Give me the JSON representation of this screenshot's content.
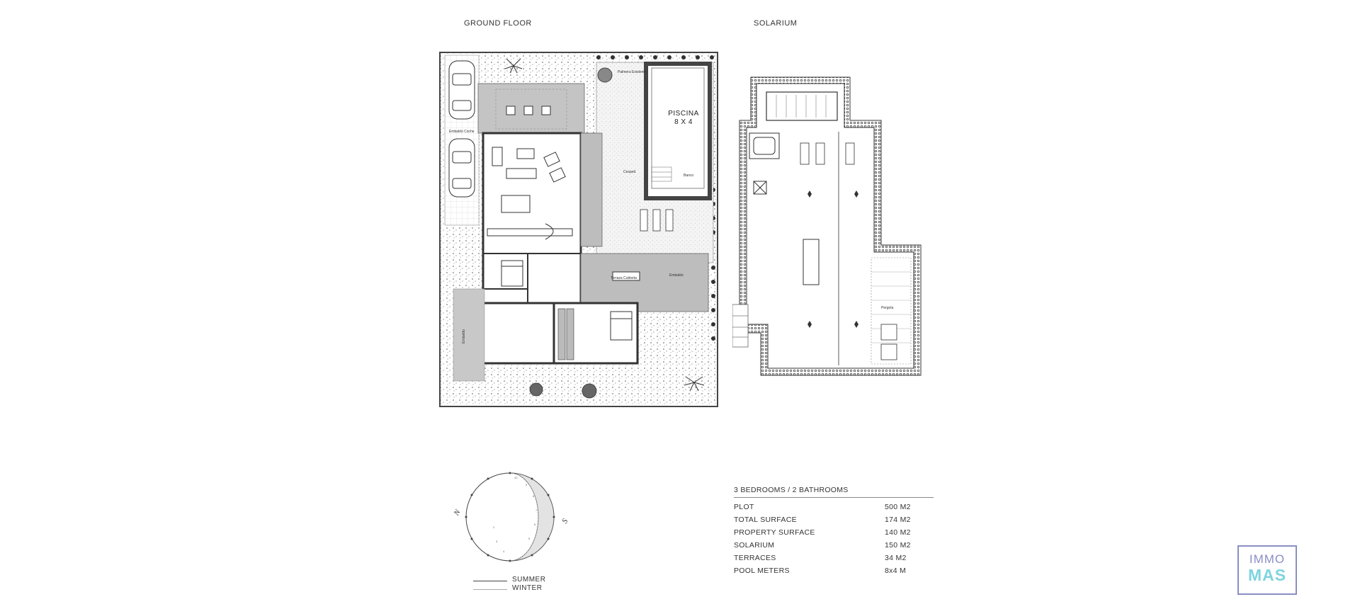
{
  "headings": {
    "ground_floor": "GROUND FLOOR",
    "solarium": "SOLARIUM"
  },
  "ground_floor_labels": {
    "pool": "PISCINA\n8 X 4",
    "palm": "Palmera Existente",
    "carport": "Embaldo Coche",
    "lawn": "Cesped",
    "bench": "Banco",
    "covered_terrace": "Terraza Cubierta",
    "paving": "Embaldo",
    "side_paving": "Embaldo"
  },
  "solarium_labels": {
    "pergola": "Pergola"
  },
  "specs": {
    "title": "3 BEDROOMS / 2 BATHROOMS",
    "rows": [
      {
        "label": "PLOT",
        "value": "500 M2"
      },
      {
        "label": "TOTAL SURFACE",
        "value": "174 M2"
      },
      {
        "label": "PROPERTY SURFACE",
        "value": "140 M2"
      },
      {
        "label": "SOLARIUM",
        "value": "150 M2"
      },
      {
        "label": "TERRACES",
        "value": "34 M2"
      },
      {
        "label": "POOL METERS",
        "value": "8x4 M"
      }
    ]
  },
  "compass": {
    "north": "N",
    "south": "S"
  },
  "legend": {
    "summer": "SUMMER",
    "winter": "WINTER"
  },
  "logo": {
    "line1": "IMMO",
    "line2": "MAS"
  },
  "colors": {
    "wall": "#444444",
    "shade": "#bdbdbd",
    "light_shade": "#d9d9d9",
    "accent_logo": "#8a8fc4",
    "accent_logo_2": "#7fd4e0"
  }
}
